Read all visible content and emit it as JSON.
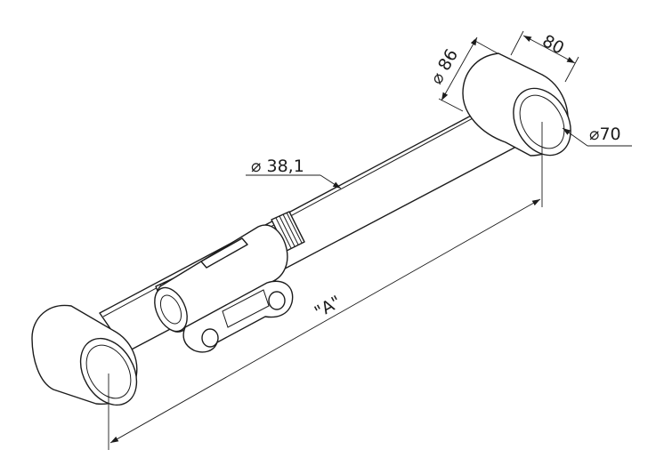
{
  "dimensions": {
    "tube_diameter": "⌀ 38,1",
    "bushing_outer_diameter": "⌀ 86",
    "bushing_width": "80",
    "bushing_inner_diameter": "⌀70",
    "overall_length": "\"A\""
  }
}
